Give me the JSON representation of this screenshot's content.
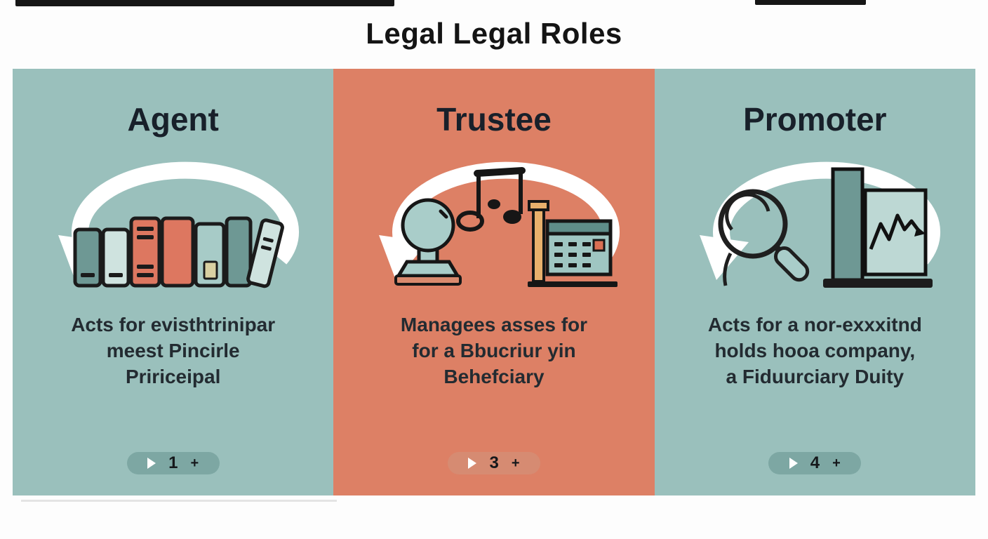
{
  "title": "Legal Legal Roles",
  "colors": {
    "background": "#fdfdfd",
    "teal_panel": "#9ac0bc",
    "coral_panel": "#dd8065",
    "teal_pill": "#7da7a3",
    "coral_pill": "#d68b72",
    "heading_text": "#18202a",
    "body_text": "#232b31",
    "arrow_white": "#ffffff",
    "accent_coral": "#dd7760",
    "accent_dark_teal": "#6e9894",
    "accent_light_teal": "#cfe3df",
    "accent_tan": "#e8b06c"
  },
  "panels": [
    {
      "id": "agent",
      "theme": "teal",
      "heading": "Agent",
      "icon": "books-cycle-icon",
      "description_lines": [
        "Acts for evisthtrinipar",
        "meest Pincirle",
        "Pririceipal"
      ],
      "pager": {
        "play_icon": "play-icon",
        "number": "1",
        "plus": "+"
      }
    },
    {
      "id": "trustee",
      "theme": "coral",
      "heading": "Trustee",
      "icon": "stamp-music-register-cycle-icon",
      "description_lines": [
        "Managees asses for",
        "for a Bbucriur yin",
        "Behefciary"
      ],
      "pager": {
        "play_icon": "play-icon",
        "number": "3",
        "plus": "+"
      }
    },
    {
      "id": "promoter",
      "theme": "teal",
      "heading": "Promoter",
      "icon": "magnifier-laptop-cycle-icon",
      "description_lines": [
        "Acts for a nor-exxxitnd",
        "holds hooa company,",
        "a Fiduurciary Duity"
      ],
      "pager": {
        "play_icon": "play-icon",
        "number": "4",
        "plus": "+"
      }
    }
  ]
}
